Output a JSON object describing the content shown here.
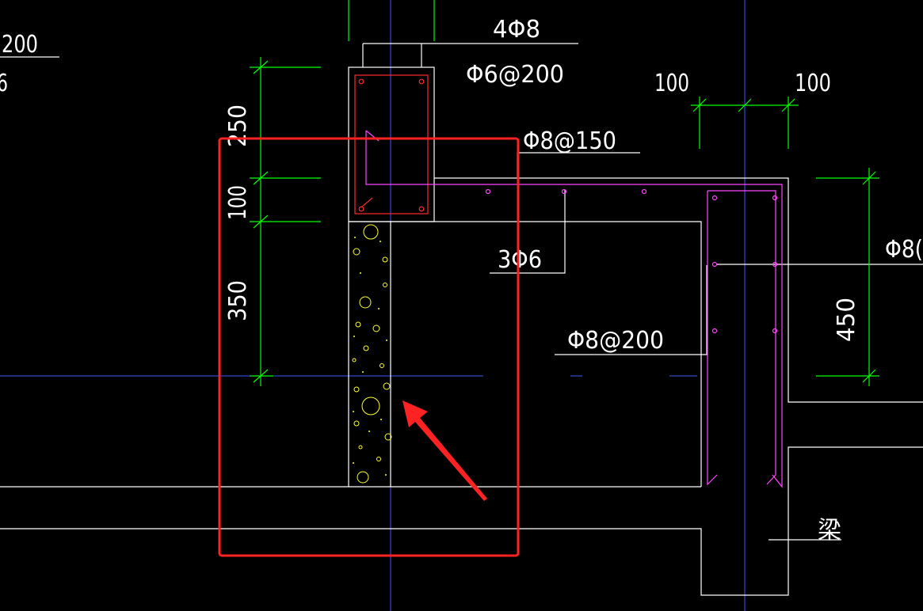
{
  "drawing": {
    "colors": {
      "background": "#000000",
      "outline": "#ffffff",
      "dimension": "#00ff00",
      "axis": "#3a5cff",
      "rebar_beam": "#ff2a2a",
      "rebar_slab": "#ff44ff",
      "concrete_fill": "#ffff33",
      "annotation": "#ff2222"
    },
    "labels": {
      "top_left_spacing": "200",
      "top_left_partial": "6",
      "beam_top_bars": "4Φ8",
      "beam_stirrups": "Φ6@200",
      "slab_top_bars": "Φ8@150",
      "slab_distribution": "3Φ6",
      "wall_bars": "Φ8@200",
      "right_edge_bars": "Φ8(",
      "beam_text": "梁"
    },
    "dimensions": {
      "left_250": "250",
      "left_100": "100",
      "left_350": "350",
      "top_right_100_a": "100",
      "top_right_100_b": "100",
      "right_450": "450"
    },
    "annotation": {
      "highlight": "red-box",
      "pointer": "red-arrow"
    }
  }
}
